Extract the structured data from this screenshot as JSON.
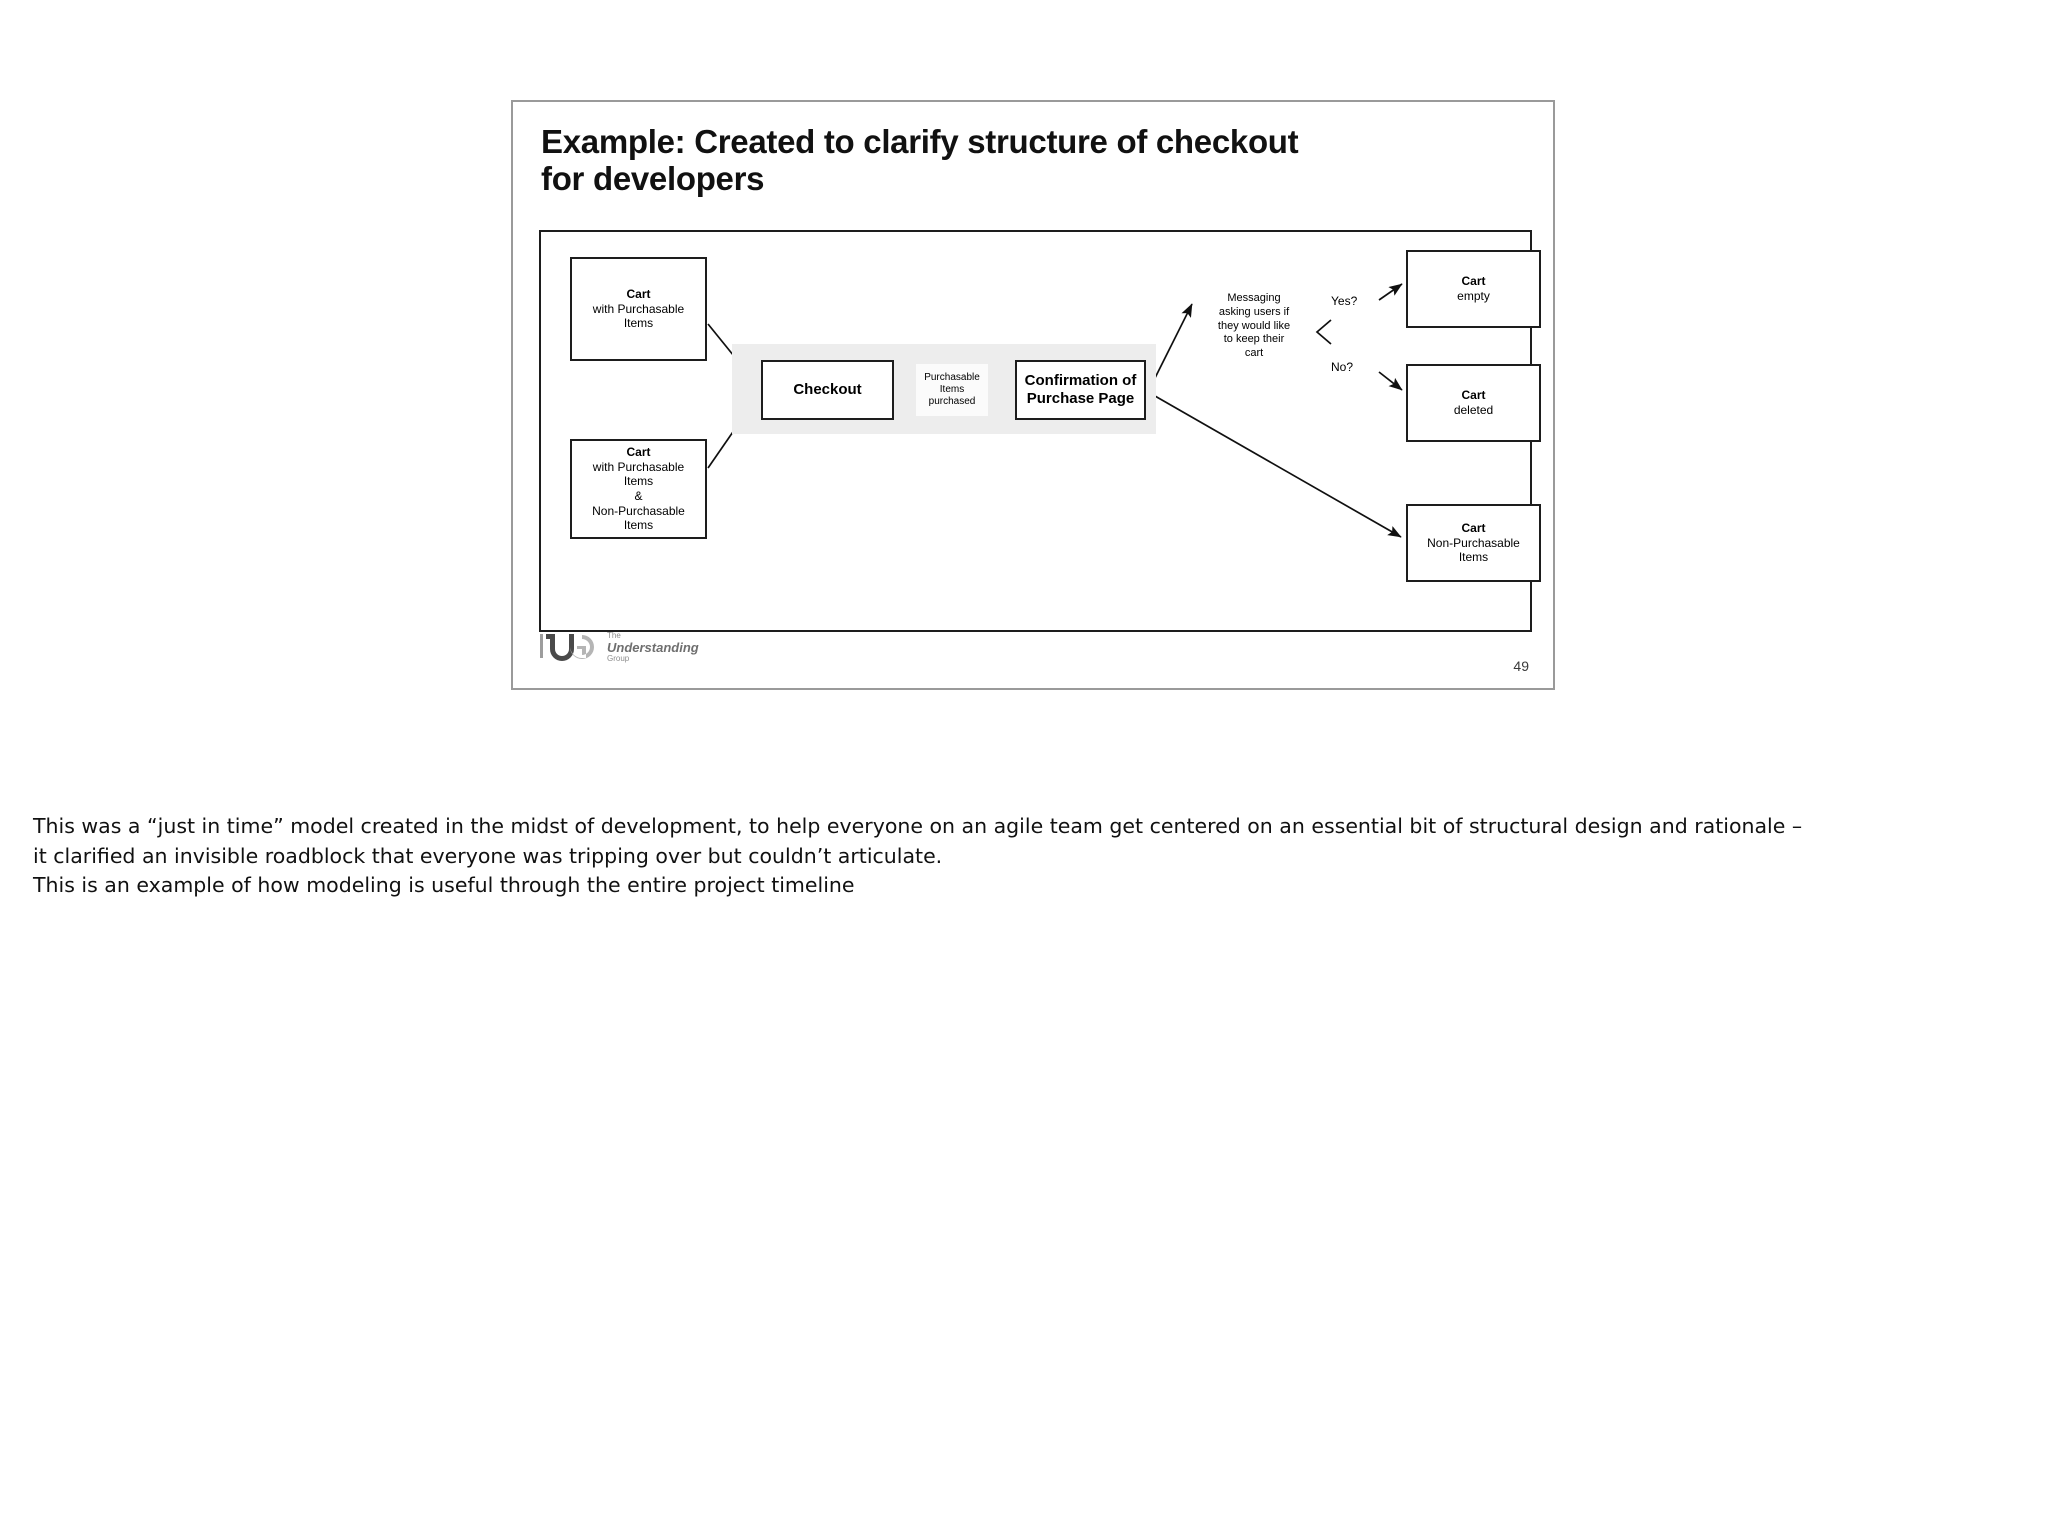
{
  "slide": {
    "title": "Example: Created to clarify structure of checkout\nfor developers",
    "page_number": "49",
    "logo": {
      "mark": "TUG",
      "line1": "The",
      "line2": "Understanding",
      "line3": "Group"
    }
  },
  "diagram": {
    "type": "flow-diagram",
    "nodes": [
      {
        "id": "cart-purchasable",
        "title": "Cart",
        "subtitle": "with Purchasable\nItems"
      },
      {
        "id": "cart-mixed",
        "title": "Cart",
        "subtitle": "with Purchasable\nItems\n&\nNon-Purchasable\nItems"
      },
      {
        "id": "checkout",
        "title": "Checkout",
        "subtitle": ""
      },
      {
        "id": "confirmation",
        "title": "Confirmation of\nPurchase Page",
        "subtitle": ""
      },
      {
        "id": "cart-empty",
        "title": "Cart",
        "subtitle": "empty"
      },
      {
        "id": "cart-deleted",
        "title": "Cart",
        "subtitle": "deleted"
      },
      {
        "id": "cart-nonpurchasable",
        "title": "Cart",
        "subtitle": "Non-Purchasable\nItems"
      }
    ],
    "edge_labels": {
      "purchased": "Purchasable\nItems\npurchased",
      "messaging": "Messaging\nasking users if\nthey would like\nto keep their\ncart",
      "yes": "Yes?",
      "no": "No?"
    },
    "colors": {
      "band": "#ededed",
      "stroke": "#1d1d1d",
      "frame": "#9a9a9a",
      "chip": "#fbfbfb"
    }
  },
  "caption": {
    "line1": "This was a “just in time” model created in the midst of development, to help everyone on an agile team get centered on an essential bit of structural design and rationale –",
    "line2": "it clarified an invisible roadblock that everyone was tripping over but couldn’t articulate.",
    "line3": "This is an example of how modeling is useful through the entire project timeline"
  }
}
